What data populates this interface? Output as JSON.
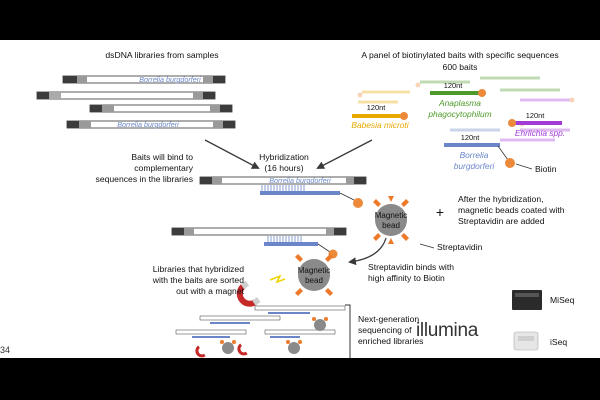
{
  "labels": {
    "dsdna_title": "dsDNA libraries from samples",
    "panel_title_line1": "A panel of biotinylated baits with specific sequences",
    "panel_title_line2": "600 baits",
    "hybridization_line1": "Hybridization",
    "hybridization_line2": "(16 hours)",
    "baits_bind_line1": "Baits will bind to",
    "baits_bind_line2": "complementary",
    "baits_bind_line3": "sequences in the libraries",
    "after_hyb_line1": "After the hybridization,",
    "after_hyb_line2": "magnetic beads coated with",
    "after_hyb_line3": "Streptavidin are added",
    "plus_sign": "+",
    "streptavidin": "Streptavidin",
    "strep_binds_line1": "Streptavidin binds with",
    "strep_binds_line2": "high affinity to Biotin",
    "sorted_line1": "Libraries that hybridized",
    "sorted_line2": "with the baits are sorted",
    "sorted_line3": "out with a magnet",
    "ngs_line1": "Next-generation",
    "ngs_line2": "sequencing of",
    "ngs_line3": "enriched libraries",
    "biotin": "Biotin",
    "bead_line1": "Magnetic",
    "bead_line2": "bead",
    "illumina": "illumina",
    "miseq": "MiSeq",
    "iseq": "iSeq",
    "slide_number": "34"
  },
  "organisms": {
    "borrelia": "Borrelia burgdorferi",
    "borrelia_line1": "Borrelia",
    "borrelia_line2": "burgdorferi",
    "anaplasma_line1": "Anaplasma",
    "anaplasma_line2": "phagocytophilum",
    "babesia": "Babesia microti",
    "ehrlichia": "Ehrlichia spp."
  },
  "bait_length_label": "120nt",
  "colors": {
    "background": "#ffffff",
    "borrelia": "#6a86c8",
    "anaplasma": "#4d9a2a",
    "babesia": "#e8a800",
    "ehrlichia": "#a23bd6",
    "biotin": "#ec8a3a",
    "bead": "#8a8a8a",
    "streptavidin": "#ec7a2a",
    "arrow": "#3a3a3a"
  },
  "icons": [
    "magnet-icon",
    "miseq-sequencer-icon",
    "iseq-sequencer-icon",
    "streptavidin-icon",
    "biotin-icon"
  ]
}
